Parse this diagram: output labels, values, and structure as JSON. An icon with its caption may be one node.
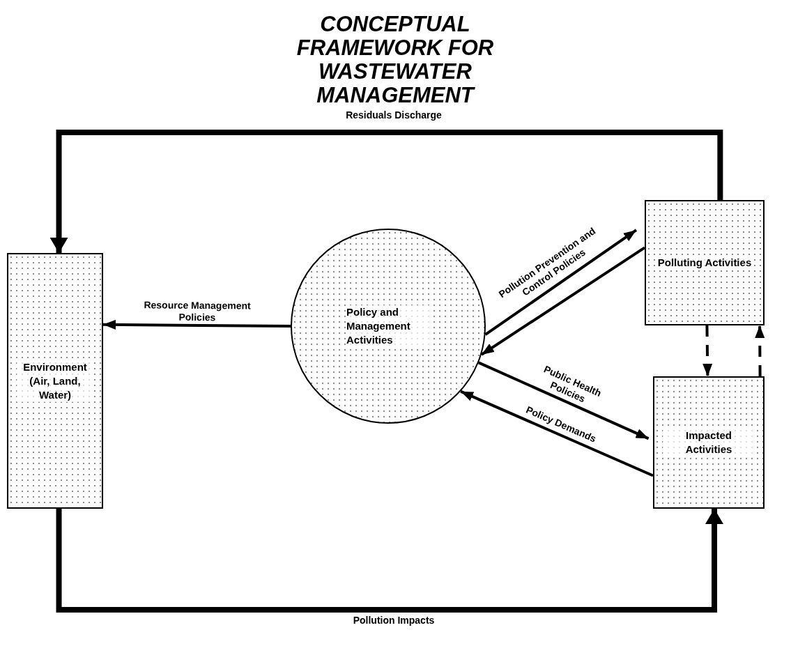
{
  "diagram": {
    "title": "CONCEPTUAL FRAMEWORK FOR WASTEWATER MANAGEMENT",
    "nodes": [
      {
        "text": [
          "Environment (Air, Land, Water)"
        ]
      },
      {
        "text": [
          "Policy and Management Activities"
        ]
      },
      {
        "text": [
          "Polluting Activities"
        ]
      },
      {
        "text": [
          "Impacted Activities"
        ]
      }
    ],
    "edges": [
      {
        "from": 2,
        "to": 0,
        "arrow": "to",
        "label": "Residuals Discharge",
        "style": "thick"
      },
      {
        "from": 0,
        "to": 3,
        "arrow": "to",
        "label": "Pollution Impacts",
        "style": "thick"
      },
      {
        "from": 1,
        "to": 0,
        "arrow": "to",
        "label": "Resource Management Policies"
      },
      {
        "from": 1,
        "to": 2,
        "arrow": "to",
        "label": "Pollution Prevention and Control Policies"
      },
      {
        "from": 2,
        "to": 1,
        "arrow": "to"
      },
      {
        "from": 1,
        "to": 3,
        "arrow": "to",
        "label": "Public Health Policies"
      },
      {
        "from": 3,
        "to": 1,
        "arrow": "to",
        "label": "Policy Demands"
      },
      {
        "from": 2,
        "to": 3,
        "arrow": "to",
        "style": "dashed"
      },
      {
        "from": 3,
        "to": 2,
        "arrow": "to",
        "style": "dashed"
      }
    ]
  }
}
